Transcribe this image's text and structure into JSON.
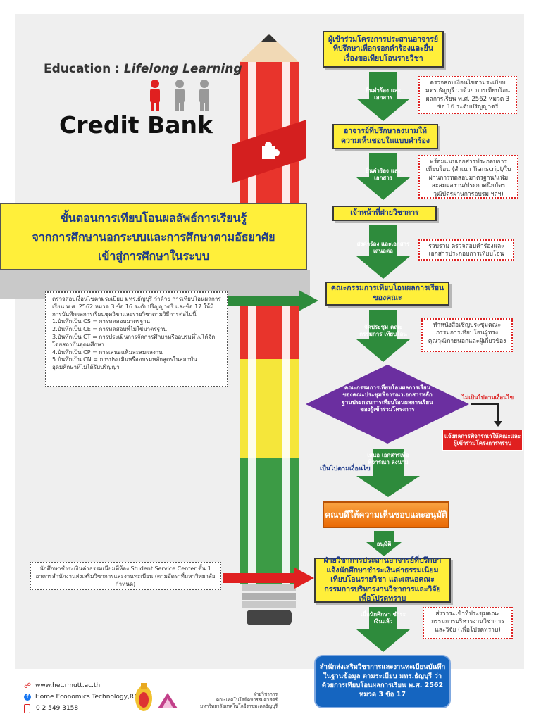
{
  "header": {
    "education": "Education : ",
    "lifelong": "Lifelong Learning",
    "credit_bank": "Credit Bank"
  },
  "main_title": {
    "line1": "ขั้นตอนการเทียบโอนผลลัพธ์การเรียนรู้",
    "line2": "จากการศึกษานอกระบบและการศึกษาตามอัธยาศัย",
    "line3": "เข้าสู่การศึกษาในระบบ"
  },
  "flow": {
    "step1": "ผู้เข้าร่วมโครงการประสานอาจารย์ที่ปรึกษาเพื่อกรอกคำร้องและยื่นเรื่องขอเทียบโอนรายวิชา",
    "arrow1": "ยื่นคำร้อง และเอกสาร",
    "step2": "อาจารย์ที่ปรึกษาลงนามให้ความเห็นชอบในแบบคำร้อง",
    "arrow2": "ยื่นคำร้อง และเอกสาร",
    "step3": "เจ้าหน้าที่ฝ่ายวิชาการ",
    "arrow3": "ส่งคำร้อง และเอกสาร เสนอต่อ",
    "step4": "คณะกรรมการเทียบโอนผลการเรียนของคณะ",
    "arrow4": "จัดประชุม คณะกรรมการ เทียบโอน",
    "decision": "คณะกรรมการเทียบโอนผลการเรียนของคณะประชุมพิจารณาเอกสารหลักฐานประกอบการเทียบโอนผลการเรียนของผู้เข้าร่วมโครงการ",
    "not_met_label": "ไม่เป็นไปตามเงื่อนไข",
    "not_met_box": "แจ้งผลการพิจารณาให้คณะและผู้เข้าร่วมโครงการทราบ",
    "met_label": "เป็นไปตามเงื่อนไข",
    "arrow5": "เสนอ เอกสารเพื่อ พิจารณา ลงนาม",
    "dean": "คณบดีให้ความเห็นชอบและอนุมัติ",
    "arrow6": "อนุมัติ",
    "step6": "ฝ่ายวิชาการประสานอาจารย์ที่ปรึกษาแจ้งนักศึกษาชำระเงินค่าธรรมเนียมเทียบโอนรายวิชา และเสนอคณะกรรมการบริหารงานวิชาการและวิจัยเพื่อโปรดทราบ",
    "arrow7": "เมื่อนักศึกษา ชำระเงินแล้ว",
    "final": "สำนักส่งเสริมวิชาการและงานทะเบียนบันทึกในฐานข้อมูล ตามระเบียบ มทร.ธัญบุรี ว่าด้วยการเทียบโอนผลการเรียน พ.ศ. 2562 หมวด 3 ข้อ 17"
  },
  "notes": {
    "n1": "ตรวจสอบเงื่อนไขตามระเบียบ มทร.ธัญบุรี ว่าด้วย การเทียบโอนผลการเรียน พ.ศ. 2562 หมวด 3 ข้อ 16 ระดับปริญญาตรี",
    "n2": "พร้อมแนบเอกสารประกอบการเทียบโอน (สำเนา Transcript/ใบผ่านการทดสอบมาตรฐาน/แฟ้มสะสมผลงาน/ประกาศนียบัตร วุฒิบัตรผ่านการอบรม ฯลฯ)",
    "n3": "รวบรวม ตรวจสอบคำร้องและเอกสารประกอบการเทียบโอน",
    "n4": "ทำหนังสือเชิญประชุมคณะกรรมการเทียบโอนผู้ทรงคุณวุฒิภายนอกและผู้เกี่ยวข้อง",
    "n5": "ส่งวาระเข้าที่ประชุมคณะกรรมการบริหารงานวิชาการและวิจัย (เพื่อโปรดทราบ)"
  },
  "left_info": {
    "intro": "ตรวจสอบเงื่อนไขตามระเบียบ มทร.ธัญบุรี ว่าด้วย การเทียบโอนผลการเรียน พ.ศ. 2562 หมวด 3 ข้อ 16 ระดับปริญญาตรี และข้อ 17 ให้มีการบันทึกผลการเรียนชุดวิชาและรายวิชาตามวิธีการต่อไปนี้",
    "items": [
      "1.บันทึกเป็น CS = การทดสอบมาตรฐาน",
      "2.บันทึกเป็น CE = การทดสอบที่ไม่ใช่มาตรฐาน",
      "3.บันทึกเป็น CT = การประเมินการจัดการศึกษาหรืออบรมที่ไม่ได้จัดโดยสถาบันอุดมศึกษา",
      "4.บันทึกเป็น CP = การเสนอแฟ้มสะสมผลงาน",
      "5.บันทึกเป็น CN = การประเมินหรืออบรมหลักสูตรในสถาบันอุดมศึกษาที่ไม่ได้รับปริญญา"
    ]
  },
  "payment_note": "นักศึกษาชำระเงินค่าธรรมเนียมที่ห้อง Student Service Center ชั้น 1 อาคารสำนักงานส่งเสริมวิชาการและงานทะเบียน (ตามอัตราที่มหาวิทยาลัยกำหนด)",
  "footer": {
    "web": "www.het.rmutt.ac.th",
    "facebook": "Home Economics Technology,RMUTT",
    "phone": "0 2 549 3158",
    "org_line1": "ฝ่ายวิชาการ",
    "org_line2": "คณะเทคโนโลยีคหกรรมศาสตร์",
    "org_line3": "มหาวิทยาลัยเทคโนโลยีราชมงคลธัญบุรี"
  },
  "colors": {
    "yellow": "#ffef3a",
    "green": "#2e8b3c",
    "red": "#e02020",
    "purple": "#6b2fa0",
    "orange": "#f07a10",
    "blue": "#1565c0"
  }
}
